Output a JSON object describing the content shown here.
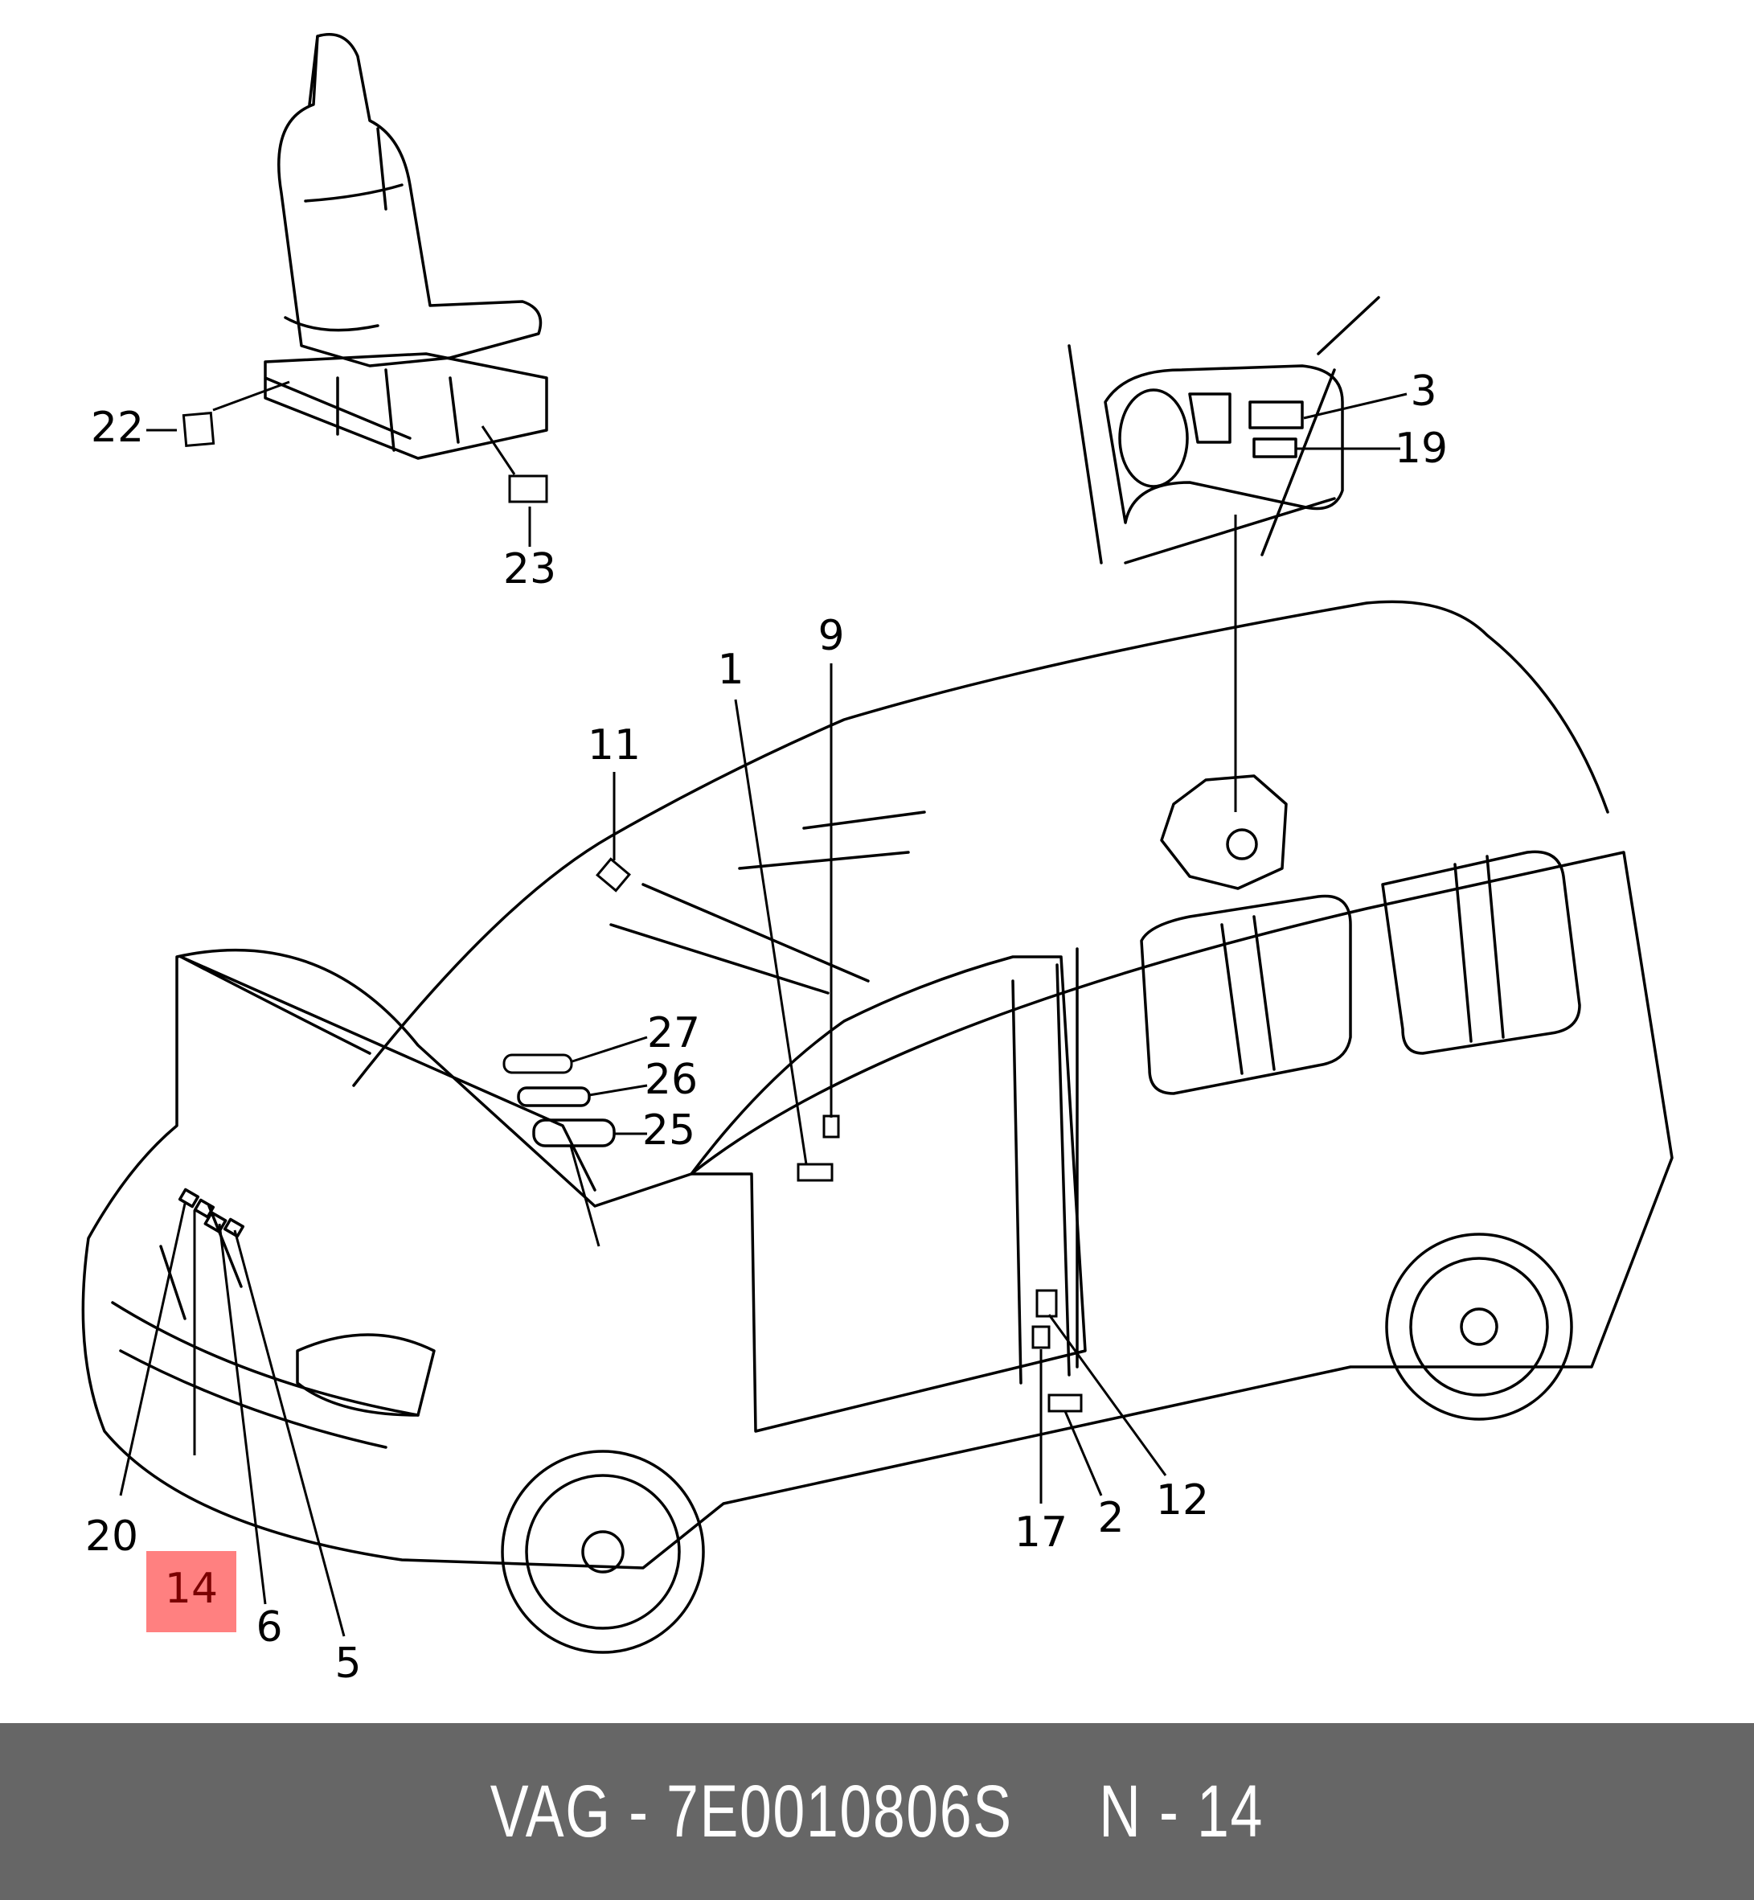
{
  "diagram": {
    "callouts": {
      "c1": "1",
      "c2": "2",
      "c3": "3",
      "c5": "5",
      "c6": "6",
      "c9": "9",
      "c11": "11",
      "c12": "12",
      "c14": "14",
      "c17": "17",
      "c19": "19",
      "c20": "20",
      "c22": "22",
      "c23": "23",
      "c25": "25",
      "c26": "26",
      "c27": "27"
    },
    "highlighted_callout": "14",
    "highlight_color": "#ff8080"
  },
  "footer": {
    "brand": "VAG",
    "part_number": "7E0010806S",
    "position_label": "N - 14",
    "text": "VAG - 7E0010806S     N - 14",
    "background_color": "#666666"
  }
}
